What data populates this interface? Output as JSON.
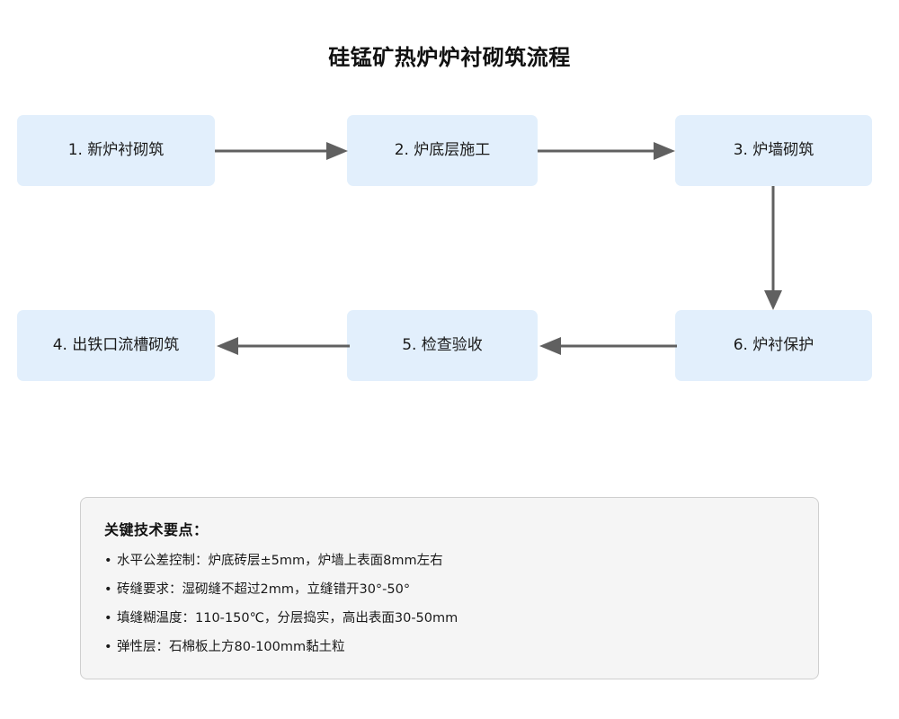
{
  "page": {
    "title": "硅锰矿热炉炉衬砌筑流程"
  },
  "flowchart": {
    "type": "process-flow",
    "node_fill_color": "#e2effc",
    "arrow_color": "#606060",
    "nodes": [
      {
        "id": "node-1",
        "label": "1. 新炉衬砌筑"
      },
      {
        "id": "node-2",
        "label": "2. 炉底层施工"
      },
      {
        "id": "node-3",
        "label": "3. 炉墙砌筑"
      },
      {
        "id": "node-4",
        "label": "4. 出铁口流槽砌筑"
      },
      {
        "id": "node-5",
        "label": "5. 检查验收"
      },
      {
        "id": "node-6",
        "label": "6. 炉衬保护"
      }
    ],
    "edges": [
      {
        "from": "node-1",
        "to": "node-2",
        "direction": "right"
      },
      {
        "from": "node-2",
        "to": "node-3",
        "direction": "right"
      },
      {
        "from": "node-3",
        "to": "node-6",
        "direction": "down"
      },
      {
        "from": "node-6",
        "to": "node-5",
        "direction": "left"
      },
      {
        "from": "node-5",
        "to": "node-4",
        "direction": "left"
      }
    ]
  },
  "key_points": {
    "heading": "关键技术要点：",
    "bullet": "•",
    "items": [
      "水平公差控制：炉底砖层±5mm，炉墙上表面8mm左右",
      "砖缝要求：湿砌缝不超过2mm，立缝错开30°-50°",
      "填缝糊温度：110-150℃，分层捣实，高出表面30-50mm",
      "弹性层：石棉板上方80-100mm黏土粒"
    ]
  }
}
